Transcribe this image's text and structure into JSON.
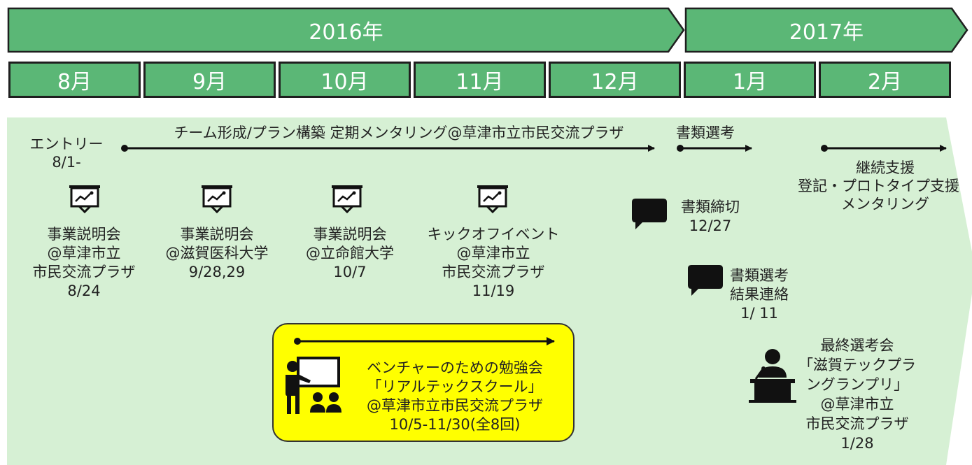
{
  "header": {
    "year_2016": "2016年",
    "year_2017": "2017年",
    "months": [
      "8月",
      "9月",
      "10月",
      "11月",
      "12月",
      "1月",
      "2月"
    ]
  },
  "timeline": {
    "entry_label": "エントリー",
    "entry_date": "8/1-",
    "team_building": "チーム形成/プラン構築 定期メンタリング@草津市立市民交流プラザ",
    "screening": "書類選考",
    "continued_support": "継続支援",
    "support_detail": "登記・プロトタイプ支援",
    "mentoring": "メンタリング"
  },
  "events": [
    {
      "title": "事業説明会",
      "venue_1": "@草津市立",
      "venue_2": "市民交流プラザ",
      "date": "8/24"
    },
    {
      "title": "事業説明会",
      "venue_1": "@滋賀医科大学",
      "date": "9/28,29"
    },
    {
      "title": "事業説明会",
      "venue_1": "@立命館大学",
      "date": "10/7"
    },
    {
      "title": "キックオフイベント",
      "venue_1": "@草津市立",
      "venue_2": "市民交流プラザ",
      "date": "11/19"
    }
  ],
  "deadline": {
    "title": "書類締切",
    "date": "12/27"
  },
  "result_notice": {
    "line1": "書類選考",
    "line2": "結果連絡",
    "date": "1/ 11"
  },
  "final": {
    "title": "最終選考会",
    "name_1": "「滋賀テックプラ",
    "name_2": "ングランプリ」",
    "venue_1": "@草津市立",
    "venue_2": "市民交流プラザ",
    "date": "1/28"
  },
  "school": {
    "line1": "ベンチャーのための勉強会",
    "line2": "「リアルテックスクール」",
    "line3": "@草津市立市民交流プラザ",
    "line4": "10/5-11/30(全8回)"
  },
  "colors": {
    "header_green": "#5bb776",
    "background_green": "#d6f0d4",
    "school_yellow": "#ffff00"
  },
  "icons": [
    "presentation-board-icon",
    "speech-bubble-icon",
    "speaker-podium-icon",
    "teacher-students-icon"
  ]
}
